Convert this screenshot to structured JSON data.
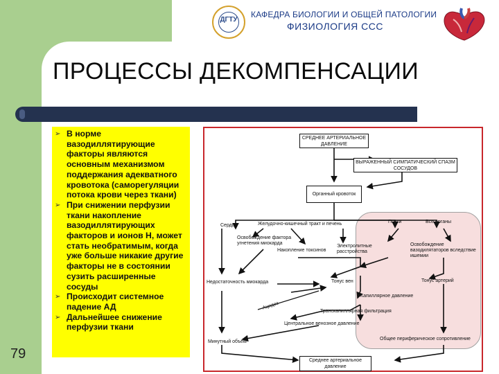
{
  "header": {
    "department": "КАФЕДРА БИОЛОГИИ И ОБЩЕЙ ПАТОЛОГИИ",
    "subject": "ФИЗИОЛОГИЯ ССС",
    "logo_text": "ДГТУ"
  },
  "slide": {
    "title": "ПРОЦЕССЫ ДЕКОМПЕНСАЦИИ",
    "page_number": "79"
  },
  "bullets": [
    "В норме вазодиллятирующие факторы являются основным механизмом поддержания адекватного кровотока (саморегуляции потока крови через ткани)",
    "При снижении перфузии ткани накопление вазодиллятирующих факторов и ионов Н, может стать необратимым, когда уже больше никакие другие факторы не в состоянии сузить расширенные сосуды",
    "Происходит системное падение АД",
    "Дальнейшее снижение перфузии ткани"
  ],
  "diagram": {
    "box_top": "СРЕДНЕЕ АРТЕРИАЛЬНОЕ ДАВЛЕНИЕ",
    "box_spasm": "ВЫРАЖЕННЫЙ СИМПАТИЧЕСКИЙ СПАЗМ СОСУДОВ",
    "box_flow": "Органный кровоток",
    "box_bottom": "Среднее артериальное давление",
    "heart": "Сердце",
    "gi": "Желудочно-кишечный тракт и печень",
    "kidneys": "Почки",
    "all_organs": "Все органы",
    "release_factors": "Освобождение фактора угнетения миокарда",
    "toxins": "Накопление токсинов",
    "electrolytes": "Электролитные расстройства",
    "vasodilators": "Освобождение вазодилятаторов вследствие ишемии",
    "myocard": "Недостаточность миокарда",
    "venous_tone": "Тонус вен",
    "arterial_tone": "Тонус артерий",
    "capillary": "Капиллярное давление",
    "acidosis": "Ацидоз",
    "transcap": "Транскапиллярная фильтрация",
    "cvp": "Центральное венозное давление",
    "periph": "Общее периферическое сопротивление",
    "minute": "Минутный объём"
  }
}
